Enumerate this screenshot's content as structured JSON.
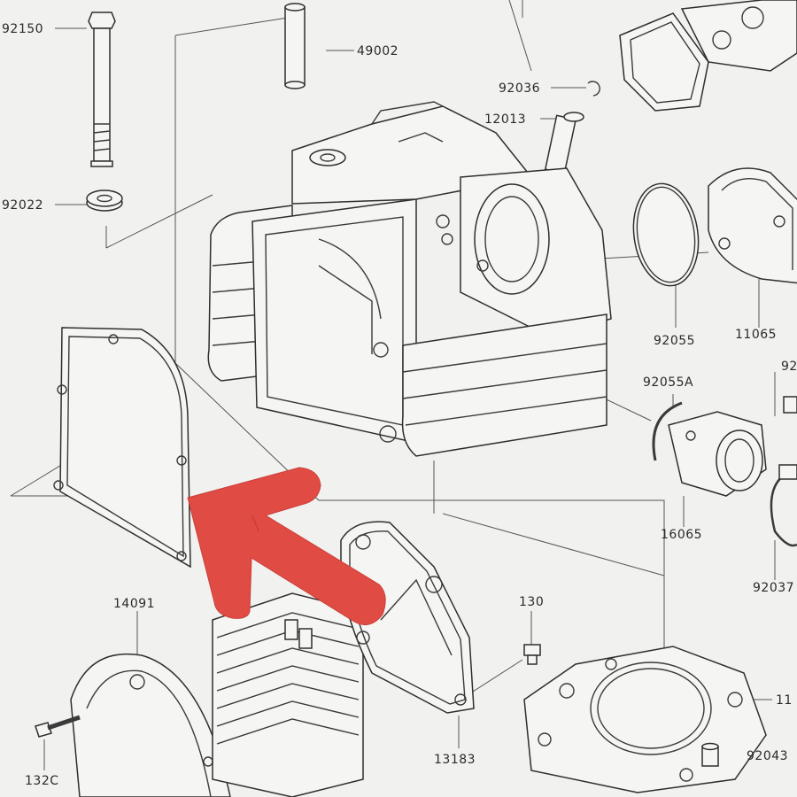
{
  "diagram": {
    "part_labels": [
      "92150",
      "49002",
      "92036",
      "12013",
      "92022",
      "92055",
      "11065",
      "92055A",
      "16065",
      "92037",
      "14091",
      "130",
      "13183",
      "132C",
      "92043"
    ],
    "truncated_labels": [
      "92",
      "11"
    ]
  },
  "annotation": {
    "pointer": "red-paper-arrow",
    "color": "#e04b44"
  }
}
